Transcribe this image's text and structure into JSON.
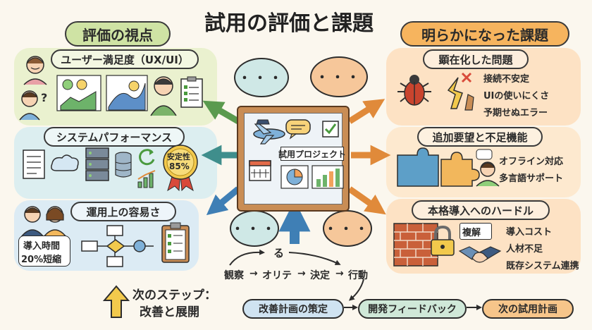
{
  "title": "試用の評価と課題",
  "left": {
    "heading": "評価の視点",
    "sections": [
      {
        "label": "ユーザー満足度（UX/UI）",
        "badge": ""
      },
      {
        "label": "システムパフォーマンス",
        "badge_line1": "安定性",
        "badge_line2": "85%"
      },
      {
        "label": "運用上の容易さ",
        "note_line1": "導入時間",
        "note_line2": "20%短縮"
      }
    ]
  },
  "right": {
    "heading": "明らかになった課題",
    "sections": [
      {
        "label": "顕在化した問題",
        "items": [
          "接続不安定",
          "UIの使いにくさ",
          "予期せぬエラー"
        ]
      },
      {
        "label": "追加要望と不足機能",
        "items": [
          "オフライン対応",
          "多言語サポート"
        ]
      },
      {
        "label": "本格導入へのハードル",
        "sign": "複解",
        "items": [
          "導入コスト",
          "人材不足",
          "既存システム連携"
        ]
      }
    ]
  },
  "center": {
    "board_label": "試用プロジェクト",
    "bubble_text": "・・・"
  },
  "cycle": {
    "top": "る",
    "steps": [
      "観察",
      "オリテ",
      "決定",
      "行動"
    ]
  },
  "next": {
    "line1": "次のステップ：",
    "line2": "改善と展開",
    "flow": [
      "改善計画の策定",
      "開発フィードバック",
      "次の試用計画"
    ]
  },
  "colors": {
    "left_heading": "#cfe3a4",
    "right_heading": "#f6b45e",
    "left_panel_1": "#eaf1cf",
    "left_panel_2": "#dceef0",
    "left_panel_3": "#dcebf4",
    "right_panel_1": "#fde2c4",
    "right_panel_2": "#fde9cf",
    "right_panel_3": "#fde2c4",
    "arrow_green": "#5a9a4e",
    "arrow_teal": "#3f8e8c",
    "arrow_blue": "#3f7fb5",
    "arrow_orange": "#e08a3a"
  }
}
